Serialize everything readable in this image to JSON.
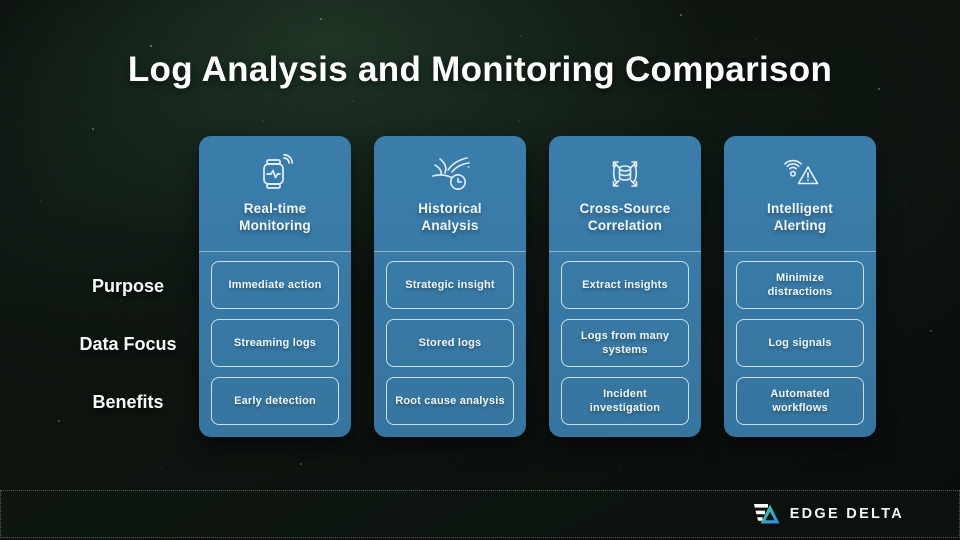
{
  "slide": {
    "title": "Log Analysis and Monitoring Comparison",
    "row_labels": [
      "Purpose",
      "Data Focus",
      "Benefits"
    ],
    "columns": [
      {
        "icon": "smartwatch-signal-icon",
        "title": "Real-time\nMonitoring",
        "cells": [
          "Immediate action",
          "Streaming logs",
          "Early detection"
        ]
      },
      {
        "icon": "wind-clock-icon",
        "title": "Historical\nAnalysis",
        "cells": [
          "Strategic insight",
          "Stored logs",
          "Root cause analysis"
        ]
      },
      {
        "icon": "database-expand-arrows-icon",
        "title": "Cross-Source\nCorrelation",
        "cells": [
          "Extract insights",
          "Logs from many\nsystems",
          "Incident\ninvestigation"
        ]
      },
      {
        "icon": "signal-alert-icon",
        "title": "Intelligent\nAlerting",
        "cells": [
          "Minimize\ndistractions",
          "Log signals",
          "Automated\nworkflows"
        ]
      }
    ],
    "footer": {
      "logo_text": "EDGE DELTA"
    },
    "colors": {
      "card_blue": "#3879A6",
      "cell_border": "#E4F2FA",
      "background_dark_green": "#0C110C",
      "logo_gradient_green": "#3BDC8E",
      "logo_gradient_blue": "#2E7FF2"
    }
  }
}
